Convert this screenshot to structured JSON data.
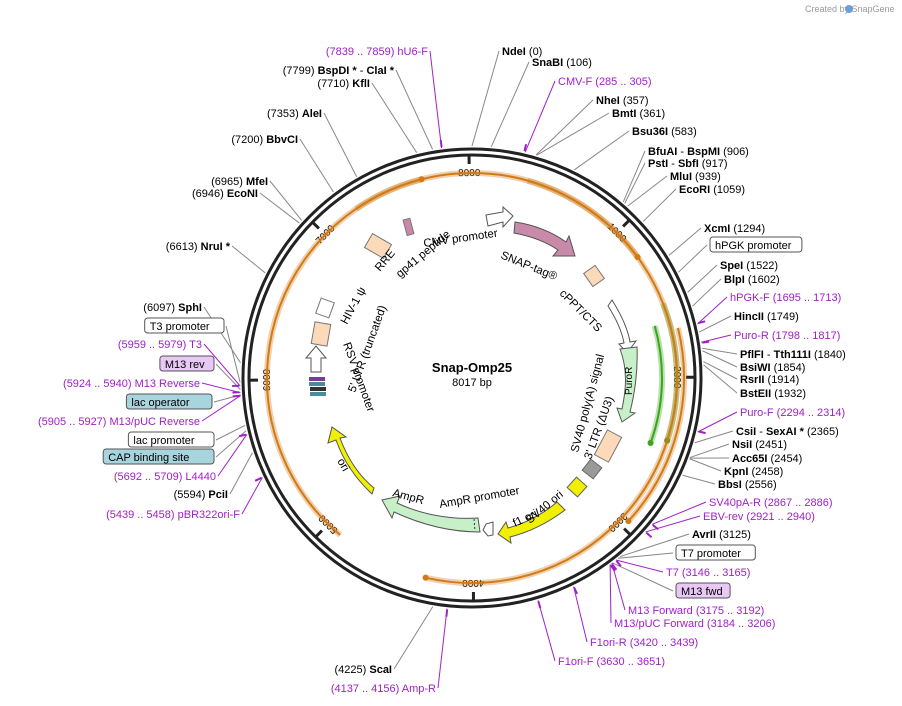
{
  "credit": "Created by SnapGene",
  "title": "Snap-Omp25",
  "length_text": "8017 bp",
  "colors": {
    "backbone": "#222222",
    "primer": "#a020c8",
    "promoter_box": "#ffffff",
    "primer_box": "#e8c8f5",
    "operator_box": "#a8d4de",
    "orange_arrow": "#d27a16",
    "green_arrow": "#3aa61a",
    "snap_tag": "#c88aa8",
    "puro": "#c8f0c8",
    "ori_yellow": "#f0f000"
  },
  "ticks": [
    {
      "text": "8000",
      "bp": 8000
    },
    {
      "text": "1000",
      "bp": 1000
    },
    {
      "text": "2000",
      "bp": 2000
    },
    {
      "text": "3000",
      "bp": 3000
    },
    {
      "text": "4000",
      "bp": 4000
    },
    {
      "text": "5000",
      "bp": 5000
    },
    {
      "text": "6000",
      "bp": 6000
    },
    {
      "text": "7000",
      "bp": 7000
    }
  ],
  "right_labels": [
    {
      "name": "NdeI",
      "pos": "(0)",
      "kind": "enzyme"
    },
    {
      "name": "SnaBI",
      "pos": "(106)",
      "kind": "enzyme"
    },
    {
      "name": "CMV-F",
      "pos": "(285 .. 305)",
      "kind": "primer"
    },
    {
      "name": "NheI",
      "pos": "(357)",
      "kind": "enzyme"
    },
    {
      "name": "BmtI",
      "pos": "(361)",
      "kind": "enzyme"
    },
    {
      "name": "Bsu36I",
      "pos": "(583)",
      "kind": "enzyme"
    },
    {
      "name": "BfuAI",
      "name2": "BspMI",
      "pos": "(906)",
      "kind": "enzyme2"
    },
    {
      "name": "PstI",
      "name2": "SbfI",
      "pos": "(917)",
      "kind": "enzyme2"
    },
    {
      "name": "MluI",
      "pos": "(939)",
      "kind": "enzyme"
    },
    {
      "name": "EcoRI",
      "pos": "(1059)",
      "kind": "enzyme"
    },
    {
      "name": "XcmI",
      "pos": "(1294)",
      "kind": "enzyme"
    },
    {
      "name": "hPGK promoter",
      "kind": "box"
    },
    {
      "name": "SpeI",
      "pos": "(1522)",
      "kind": "enzyme"
    },
    {
      "name": "BlpI",
      "pos": "(1602)",
      "kind": "enzyme"
    },
    {
      "name": "hPGK-F",
      "pos": "(1695 .. 1713)",
      "kind": "primer"
    },
    {
      "name": "HincII",
      "pos": "(1749)",
      "kind": "enzyme"
    },
    {
      "name": "Puro-R",
      "pos": "(1798 .. 1817)",
      "kind": "primer"
    },
    {
      "name": "PflFI",
      "name2": "Tth111I",
      "pos": "(1840)",
      "kind": "enzyme2"
    },
    {
      "name": "BsiWI",
      "pos": "(1854)",
      "kind": "enzyme"
    },
    {
      "name": "RsrII",
      "pos": "(1914)",
      "kind": "enzyme"
    },
    {
      "name": "BstEII",
      "pos": "(1932)",
      "kind": "enzyme"
    },
    {
      "name": "Puro-F",
      "pos": "(2294 .. 2314)",
      "kind": "primer"
    },
    {
      "name": "CsiI",
      "name2": "SexAI *",
      "pos": "(2365)",
      "kind": "enzyme2"
    },
    {
      "name": "NsiI",
      "pos": "(2451)",
      "kind": "enzyme"
    },
    {
      "name": "Acc65I",
      "pos": "(2454)",
      "kind": "enzyme"
    },
    {
      "name": "KpnI",
      "pos": "(2458)",
      "kind": "enzyme"
    },
    {
      "name": "BbsI",
      "pos": "(2556)",
      "kind": "enzyme"
    },
    {
      "name": "SV40pA-R",
      "pos": "(2867 .. 2886)",
      "kind": "primer"
    },
    {
      "name": "EBV-rev",
      "pos": "(2921 .. 2940)",
      "kind": "primer"
    },
    {
      "name": "AvrII",
      "pos": "(3125)",
      "kind": "enzyme"
    },
    {
      "name": "T7 promoter",
      "kind": "box"
    },
    {
      "name": "T7",
      "pos": "(3146 .. 3165)",
      "kind": "primer"
    },
    {
      "name": "M13 fwd",
      "kind": "pbox"
    },
    {
      "name": "M13 Forward",
      "pos": "(3175 .. 3192)",
      "kind": "primer"
    },
    {
      "name": "M13/pUC Forward",
      "pos": "(3184 .. 3206)",
      "kind": "primer"
    },
    {
      "name": "F1ori-R",
      "pos": "(3420 .. 3439)",
      "kind": "primer"
    },
    {
      "name": "F1ori-F",
      "pos": "(3630 .. 3651)",
      "kind": "primer"
    }
  ],
  "left_labels": [
    {
      "name": "hU6-F",
      "pos": "(7839 .. 7859)",
      "kind": "primer"
    },
    {
      "name": "BspDI *",
      "name2": "ClaI *",
      "pos": "(7799)",
      "kind": "enzyme2"
    },
    {
      "name": "KflI",
      "pos": "(7710)",
      "kind": "enzyme"
    },
    {
      "name": "AleI",
      "pos": "(7353)",
      "kind": "enzyme"
    },
    {
      "name": "BbvCI",
      "pos": "(7200)",
      "kind": "enzyme"
    },
    {
      "name": "MfeI",
      "pos": "(6965)",
      "kind": "enzyme"
    },
    {
      "name": "EcoNI",
      "pos": "(6946)",
      "kind": "enzyme"
    },
    {
      "name": "NruI *",
      "pos": "(6613)",
      "kind": "enzyme"
    },
    {
      "name": "SphI",
      "pos": "(6097)",
      "kind": "enzyme"
    },
    {
      "name": "T3 promoter",
      "kind": "box"
    },
    {
      "name": "T3",
      "pos": "(5959 .. 5979)",
      "kind": "primer"
    },
    {
      "name": "M13 rev",
      "kind": "pbox"
    },
    {
      "name": "M13 Reverse",
      "pos": "(5924 .. 5940)",
      "kind": "primer"
    },
    {
      "name": "lac operator",
      "kind": "obox"
    },
    {
      "name": "M13/pUC Reverse",
      "pos": "(5905 .. 5927)",
      "kind": "primer"
    },
    {
      "name": "lac promoter",
      "kind": "box"
    },
    {
      "name": "CAP binding site",
      "kind": "obox"
    },
    {
      "name": "L4440",
      "pos": "(5692 .. 5709)",
      "kind": "primer"
    },
    {
      "name": "PciI",
      "pos": "(5594)",
      "kind": "enzyme"
    },
    {
      "name": "pBR322ori-F",
      "pos": "(5439 .. 5458)",
      "kind": "primer"
    },
    {
      "name": "ScaI",
      "pos": "(4225)",
      "kind": "enzyme"
    },
    {
      "name": "Amp-R",
      "pos": "(4137 .. 4156)",
      "kind": "primer"
    }
  ],
  "features": {
    "cmv_promoter": "CMV promoter",
    "snap_tag": "SNAP-tag®",
    "cppt": "cPPT/CTS",
    "puror": "PuroR",
    "sv40_polya": "SV40 poly(A) signal",
    "ltr3": "3' LTR (ΔU3)",
    "sv40_ori": "SV40 ori",
    "f1_ori": "f1 ori",
    "ampr_promoter": "AmpR promoter",
    "ampr": "AmpR",
    "ori": "ori",
    "rsv": "RSV promoter",
    "ltr5": "5' LTR (truncated)",
    "hiv": "HIV-1 ψ",
    "rre": "RRE",
    "gp41": "gp41 peptide"
  }
}
